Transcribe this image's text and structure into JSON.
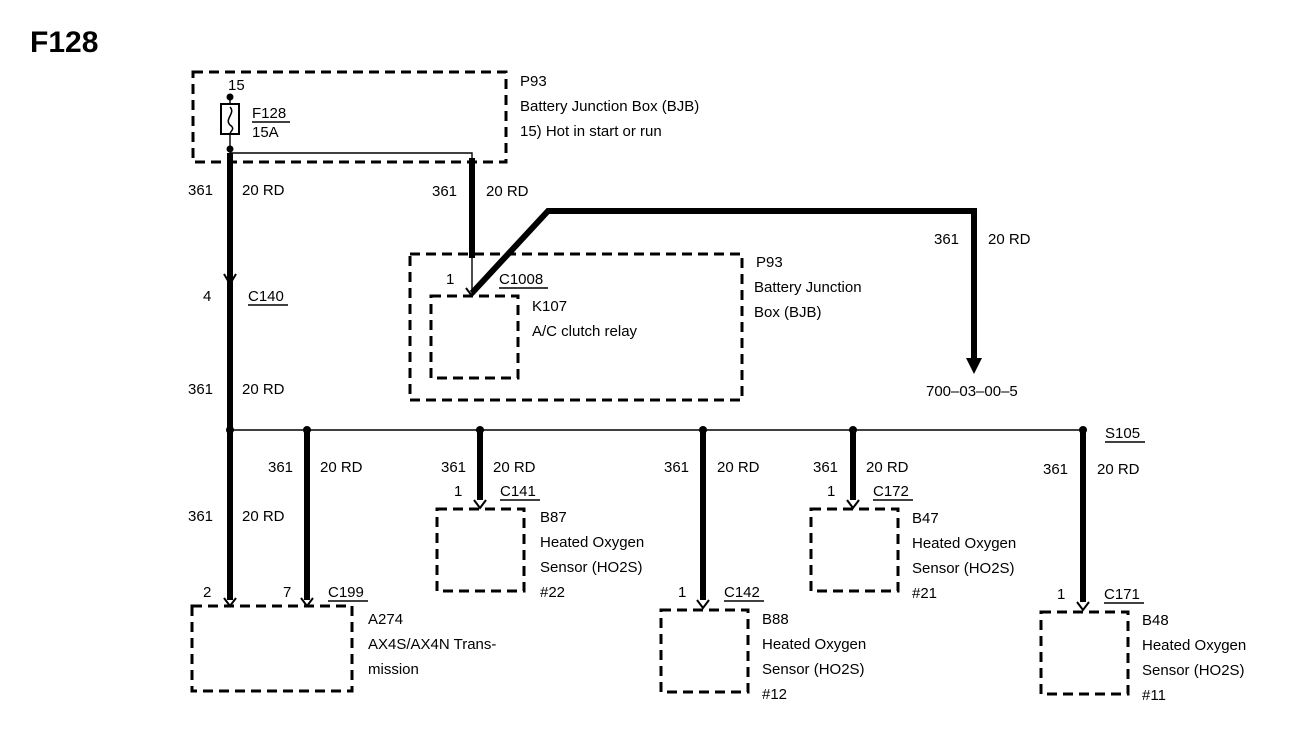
{
  "title": "F128",
  "fuse": {
    "pin": "15",
    "name": "F128",
    "rating": "15A"
  },
  "bjb_top": {
    "ref": "P93",
    "line1": "Battery Junction Box (BJB)",
    "line2": "15)  Hot in start or run"
  },
  "bjb_relay": {
    "ref": "P93",
    "line1": "Battery Junction",
    "line2": "Box (BJB)"
  },
  "relay": {
    "pin": "1",
    "connector": "C1008",
    "ref": "K107",
    "desc": "A/C clutch relay"
  },
  "wire": {
    "circuit": "361",
    "gauge_color": "20 RD"
  },
  "c140": {
    "pin": "4",
    "connector": "C140"
  },
  "offpage": {
    "ref": "700–03–00–5"
  },
  "splice": {
    "ref": "S105"
  },
  "trans": {
    "pin_a": "2",
    "pin_b": "7",
    "connector": "C199",
    "ref": "A274",
    "desc1": "AX4S/AX4N Trans-",
    "desc2": "mission"
  },
  "sensors": [
    {
      "pin": "1",
      "connector": "C141",
      "ref": "B87",
      "line1": "Heated Oxygen",
      "line2": "Sensor (HO2S)",
      "line3": "#22"
    },
    {
      "pin": "1",
      "connector": "C142",
      "ref": "B88",
      "line1": "Heated Oxygen",
      "line2": "Sensor (HO2S)",
      "line3": "#12"
    },
    {
      "pin": "1",
      "connector": "C172",
      "ref": "B47",
      "line1": "Heated Oxygen",
      "line2": "Sensor (HO2S)",
      "line3": "#21"
    },
    {
      "pin": "1",
      "connector": "C171",
      "ref": "B48",
      "line1": "Heated Oxygen",
      "line2": "Sensor (HO2S)",
      "line3": "#11"
    }
  ]
}
